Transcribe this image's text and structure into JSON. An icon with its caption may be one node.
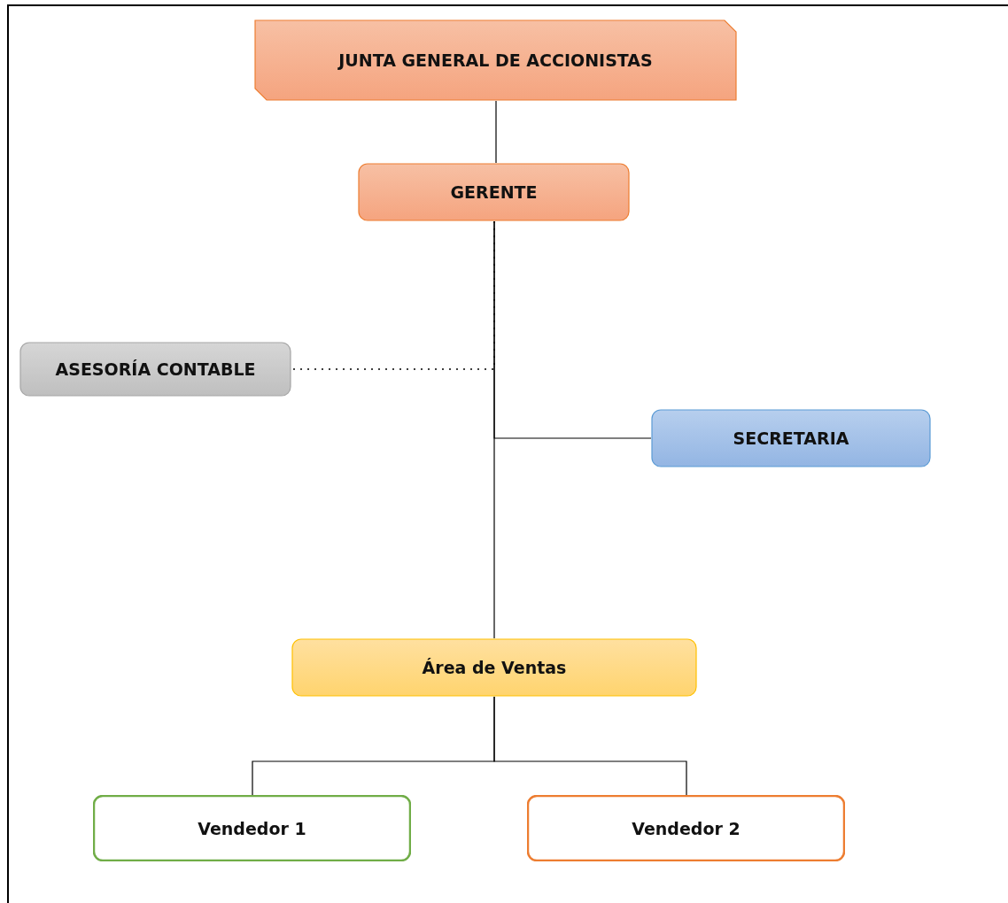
{
  "diagram": {
    "nodes": [
      {
        "text": [
          "JUNTA GENERAL DE ACCIONISTAS"
        ]
      },
      {
        "text": [
          "GERENTE"
        ]
      },
      {
        "text": [
          "ASESORÍA CONTABLE"
        ]
      },
      {
        "text": [
          "SECRETARIA"
        ]
      },
      {
        "text": [
          "Área de Ventas"
        ]
      },
      {
        "text": [
          "Vendedor 1"
        ]
      },
      {
        "text": [
          "Vendedor 2"
        ]
      }
    ],
    "edges": [
      {
        "from": 0,
        "to": 1,
        "arrow": "none"
      },
      {
        "from": 1,
        "to": 2,
        "arrow": "none",
        "style": "dashed"
      },
      {
        "from": 1,
        "to": 3,
        "arrow": "none"
      },
      {
        "from": 1,
        "to": 4,
        "arrow": "none"
      },
      {
        "from": 4,
        "to": 5,
        "arrow": "none"
      },
      {
        "from": 4,
        "to": 6,
        "arrow": "none"
      }
    ]
  }
}
